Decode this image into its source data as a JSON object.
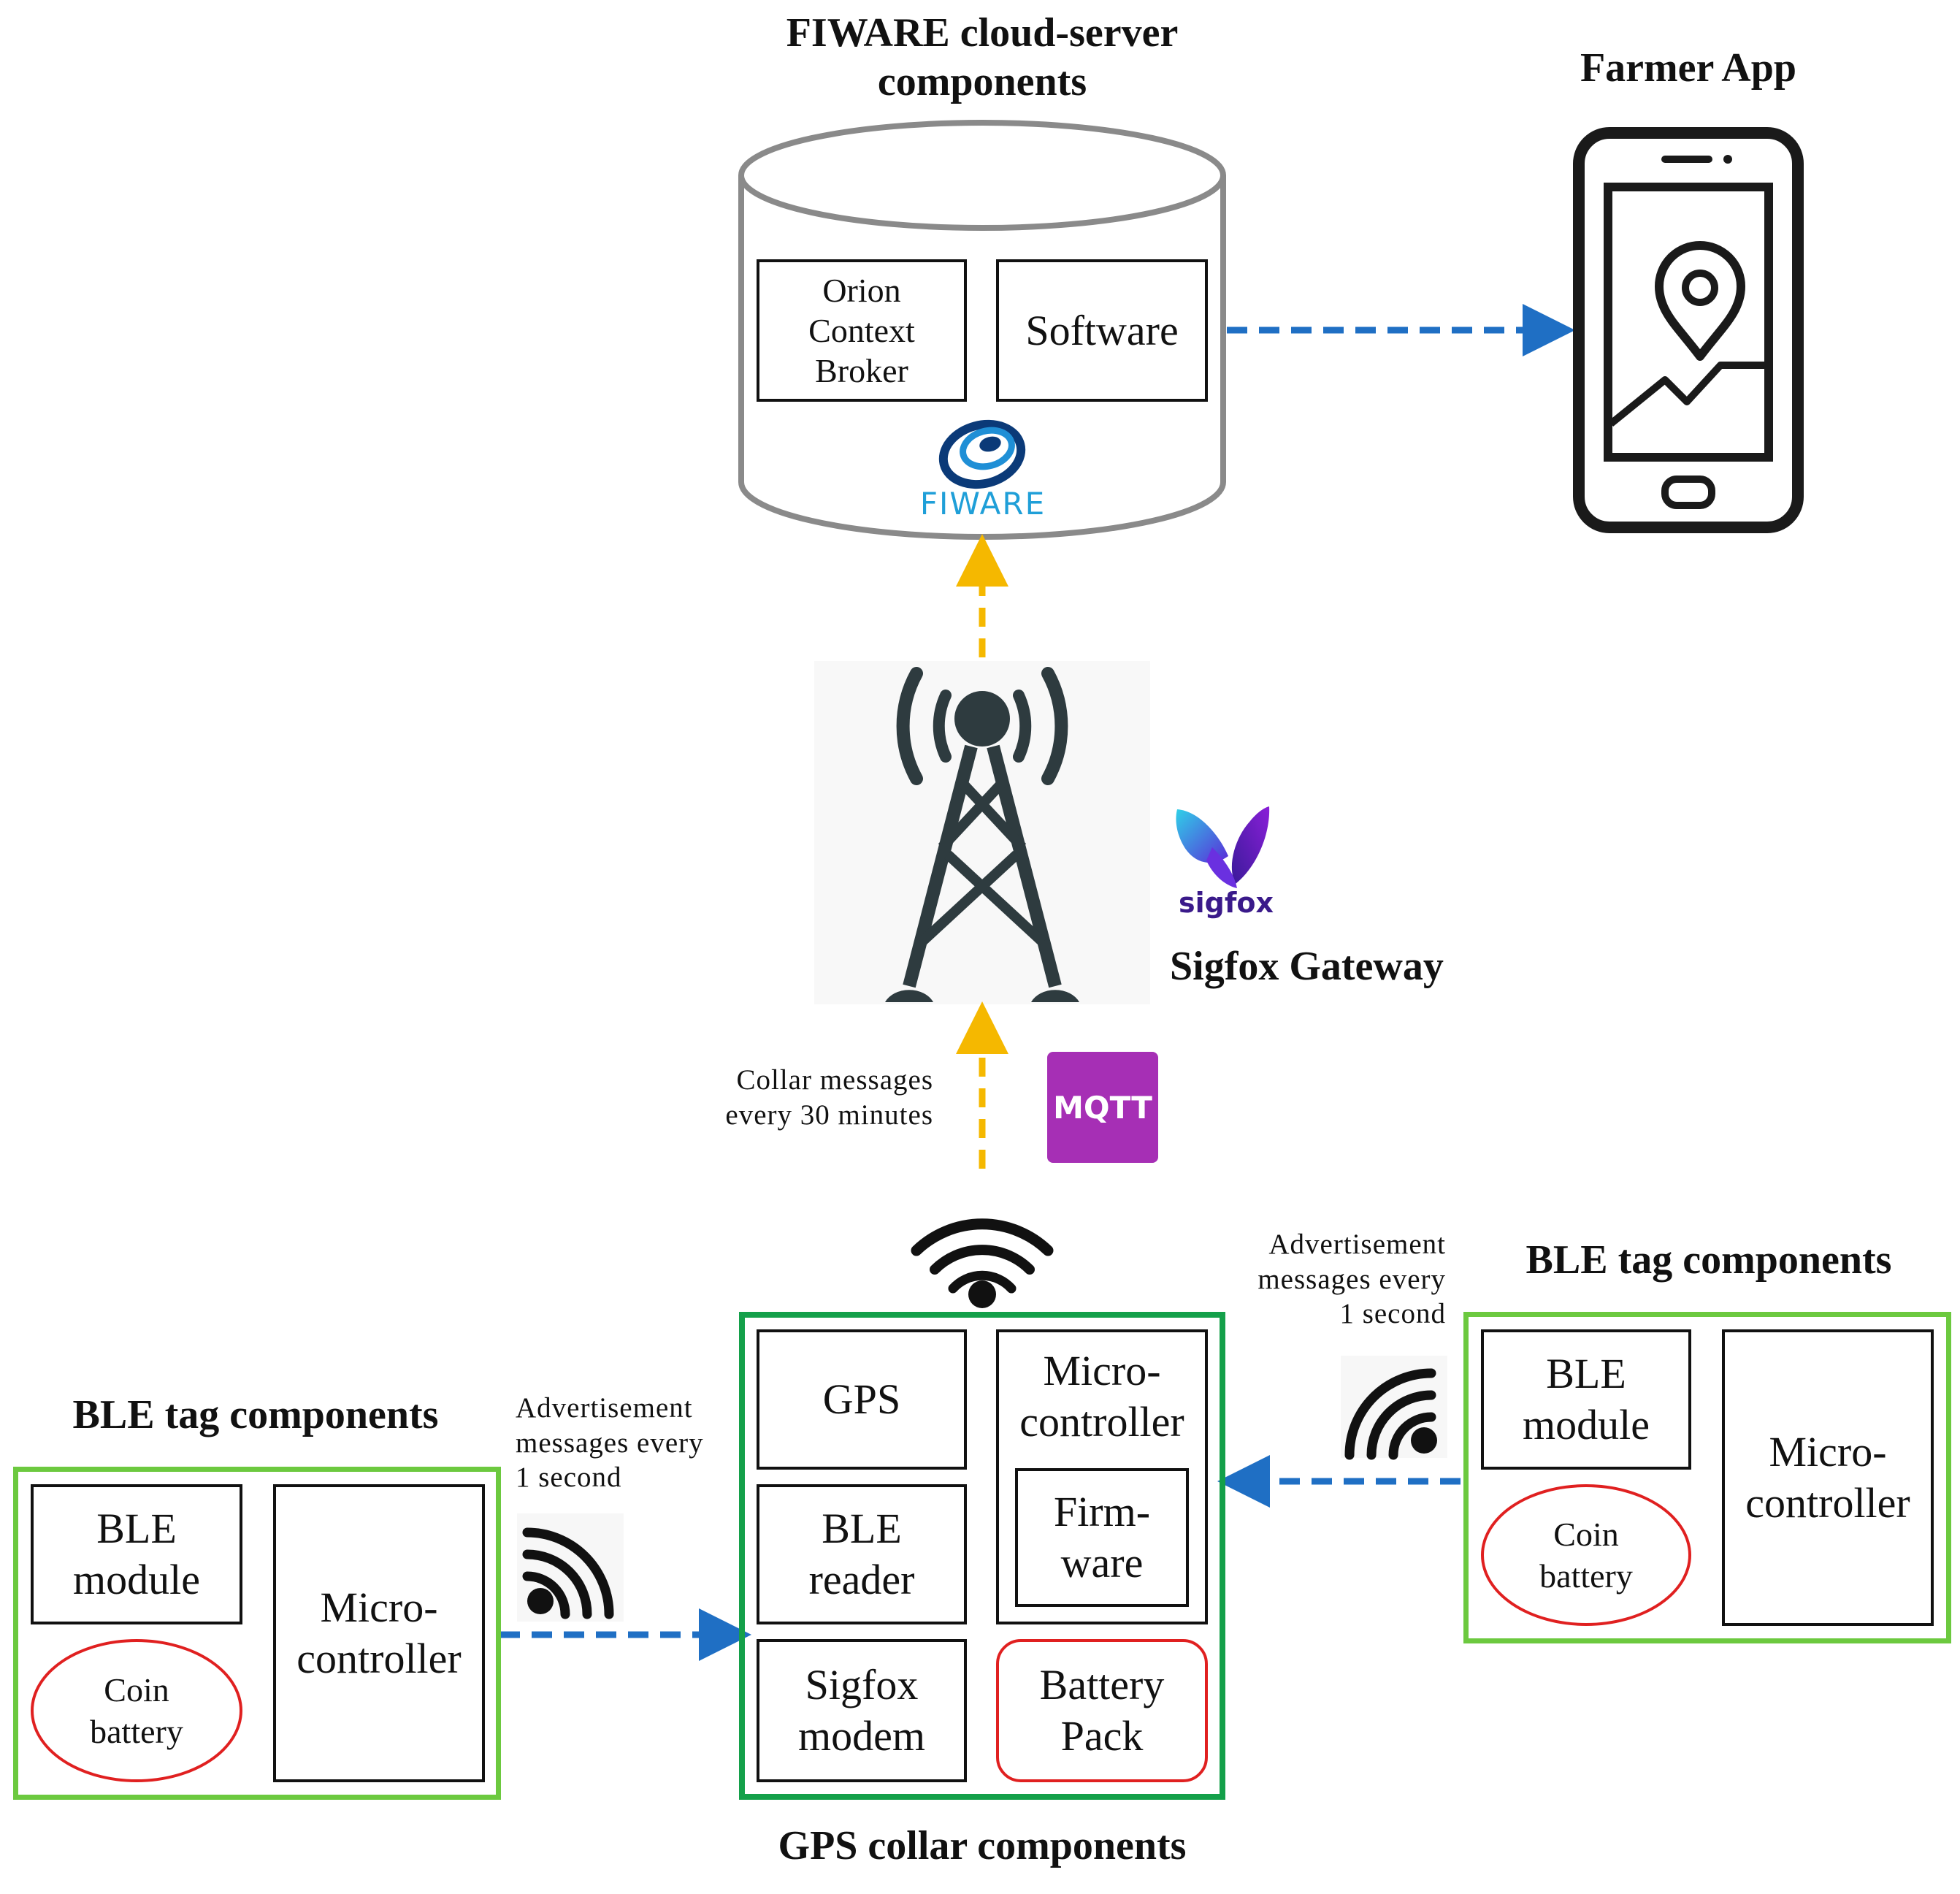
{
  "cloud": {
    "title": "FIWARE cloud-server\ncomponents",
    "orion_label": "Orion\nContext\nBroker",
    "software_label": "Software",
    "logo_text": "FIWARE"
  },
  "farmer_app": {
    "title": "Farmer App"
  },
  "gateway": {
    "label": "Sigfox Gateway",
    "logo_text": "sigfox"
  },
  "uplink": {
    "label": "Collar messages\nevery 30 minutes",
    "protocol_badge": "MQTT"
  },
  "collar": {
    "title": "GPS collar components",
    "gps_label": "GPS",
    "micro_label": "Micro-\ncontroller",
    "firmware_label": "Firm-\nware",
    "ble_reader_label": "BLE\nreader",
    "sigfox_modem_label": "Sigfox\nmodem",
    "battery_label": "Battery\nPack"
  },
  "ble_tag_left": {
    "title": "BLE tag components",
    "module_label": "BLE\nmodule",
    "battery_label": "Coin\nbattery",
    "micro_label": "Micro-\ncontroller",
    "advert_label": "Advertisement\nmessages  every\n1 second"
  },
  "ble_tag_right": {
    "title": "BLE tag components",
    "module_label": "BLE\nmodule",
    "battery_label": "Coin\nbattery",
    "micro_label": "Micro-\ncontroller",
    "advert_label": "Advertisement\nmessages  every\n1 second"
  },
  "colors": {
    "blue_arrow": "#1f6fc4",
    "yellow_arrow": "#f5b800",
    "tag_border": "#6cc93f",
    "collar_border": "#14a04a",
    "battery_outline": "#e02020",
    "mqtt_badge": "#a62fb5"
  }
}
